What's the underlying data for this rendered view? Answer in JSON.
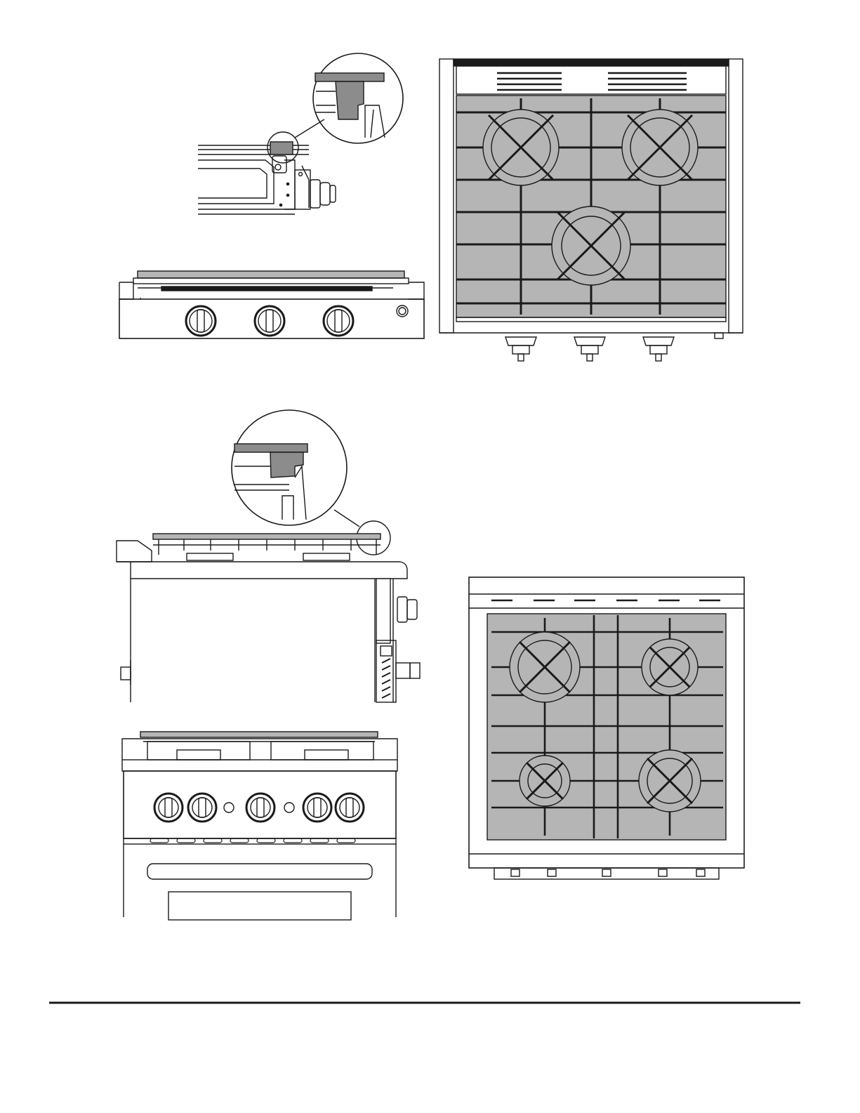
{
  "figures": [
    {
      "id": "fig-1",
      "kind": "side-section",
      "caption": ""
    },
    {
      "id": "fig-2",
      "kind": "front-view-3-knob",
      "caption": ""
    },
    {
      "id": "fig-3",
      "kind": "top-view-3-burner",
      "caption": ""
    },
    {
      "id": "fig-4",
      "kind": "side-view-range",
      "caption": ""
    },
    {
      "id": "fig-5",
      "kind": "front-view-range",
      "caption": ""
    },
    {
      "id": "fig-6",
      "kind": "top-view-4-burner",
      "caption": ""
    }
  ],
  "colors": {
    "line": "#1a1a1a",
    "grate_fill": "#b5b5b5",
    "detail_fill": "#8c8c8c",
    "paper": "#ffffff"
  }
}
